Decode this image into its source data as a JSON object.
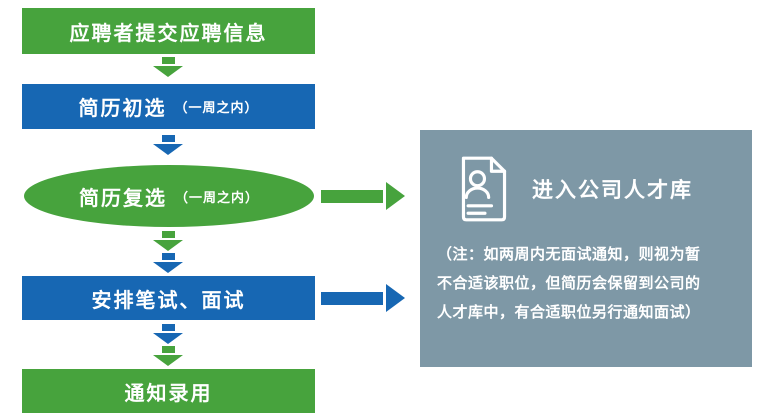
{
  "colors": {
    "green": "#47a33d",
    "blue": "#1767b3",
    "panel_bg": "#7e98a6",
    "text": "#ffffff"
  },
  "flow": {
    "step1": {
      "label": "应聘者提交应聘信息"
    },
    "step2": {
      "label": "简历初选",
      "duration": "（一周之内）"
    },
    "step3": {
      "label": "简历复选",
      "duration": "（一周之内）"
    },
    "step4": {
      "label": "安排笔试、面试"
    },
    "step5": {
      "label": "通知录用"
    }
  },
  "panel": {
    "icon": "resume-document-icon",
    "title": "进入公司人才库",
    "note_line1": "（注：如两周内无面试通知，则视为暂",
    "note_line2": "不合适该职位，但简历会保留到公司的",
    "note_line3": "人才库中，有合适职位另行通知面试）"
  }
}
